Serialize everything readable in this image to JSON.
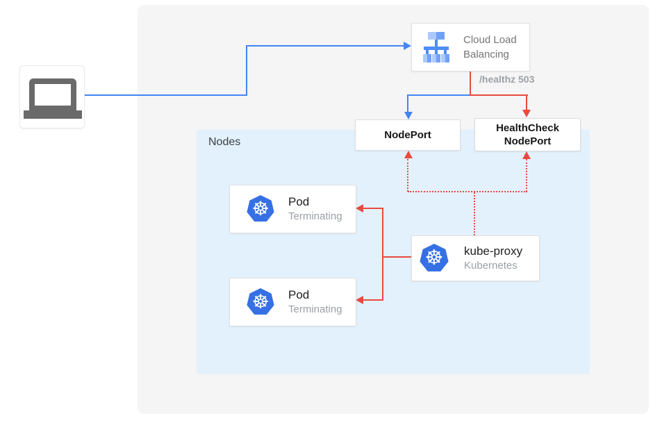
{
  "colors": {
    "blue": "#4285f4",
    "red": "#e84a3f",
    "panel-bg": "#f5f5f5",
    "nodes-bg": "#e3f1fc",
    "kubernetes-blue": "#3570e4",
    "icon-gray": "#6a6a6a",
    "clb-light": "#acc9fb",
    "clb-mid": "#6fa1f7",
    "clb-dark": "#4d8df6"
  },
  "client": {
    "icon": "laptop-icon"
  },
  "cloud_load_balancing": {
    "label": "Cloud Load Balancing",
    "icon": "cloud-load-balancing-icon"
  },
  "edge_labels": {
    "healthz": "/healthz 503"
  },
  "nodes_group": {
    "label": "Nodes"
  },
  "node_port": {
    "label": "NodePort"
  },
  "health_check_node_port": {
    "label": "HealthCheck NodePort"
  },
  "kube_proxy": {
    "name": "kube-proxy",
    "platform": "Kubernetes",
    "icon": "kubernetes-icon"
  },
  "pods": [
    {
      "name": "Pod",
      "status": "Terminating",
      "icon": "kubernetes-icon"
    },
    {
      "name": "Pod",
      "status": "Terminating",
      "icon": "kubernetes-icon"
    }
  ]
}
